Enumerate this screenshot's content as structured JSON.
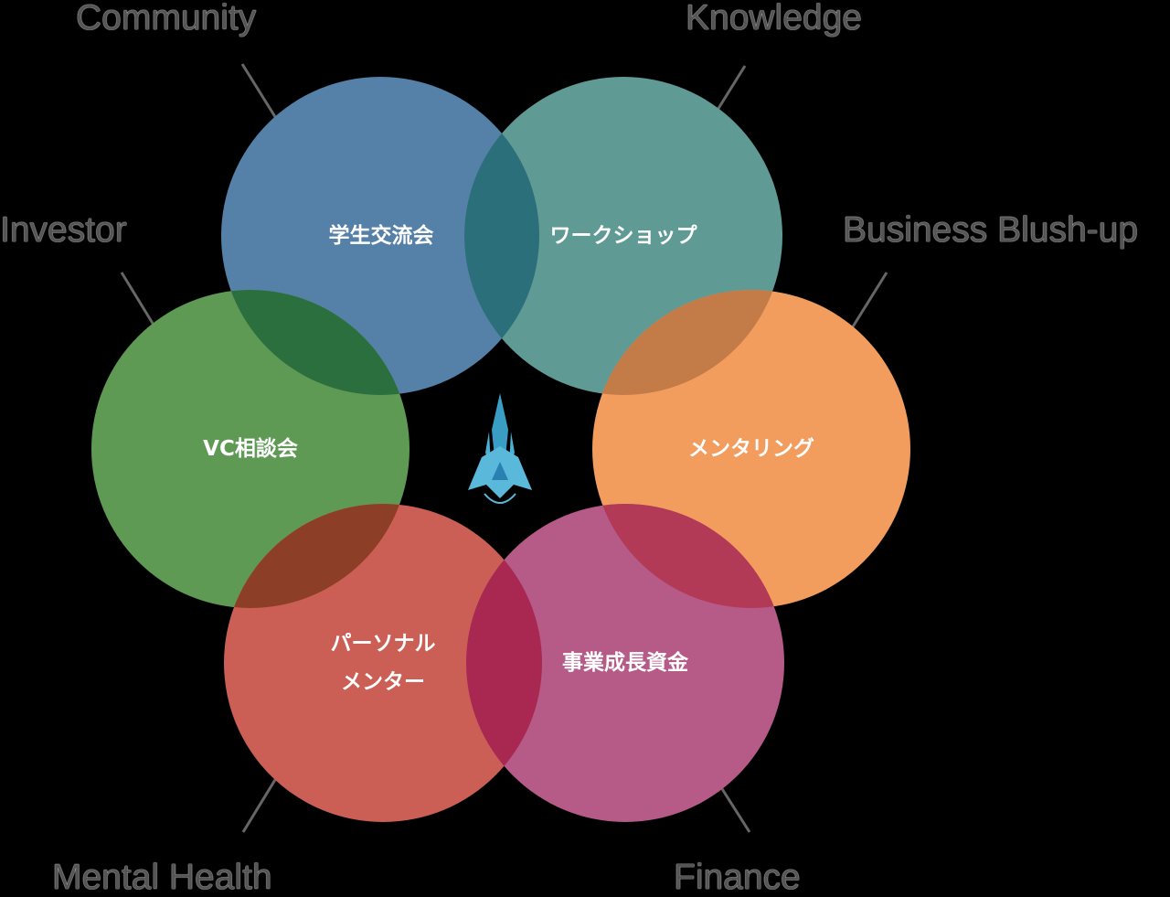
{
  "categories": [
    {
      "label": "Community",
      "item": "学生交流会",
      "color": "#5580a8"
    },
    {
      "label": "Knowledge",
      "item": "ワークショップ",
      "color": "#5f9a94"
    },
    {
      "label": "Business Blush-up",
      "item": "メンタリング",
      "color": "#f29d5e"
    },
    {
      "label": "Investor",
      "item": "VC相談会",
      "color": "#5f9a55"
    },
    {
      "label": "Mental Health",
      "item": "パーソナル",
      "item2": "メンター",
      "color": "#cc5f55"
    },
    {
      "label": "Finance",
      "item": "事業成長資金",
      "color": "#b65a88"
    }
  ],
  "logo": "rocket-logo"
}
